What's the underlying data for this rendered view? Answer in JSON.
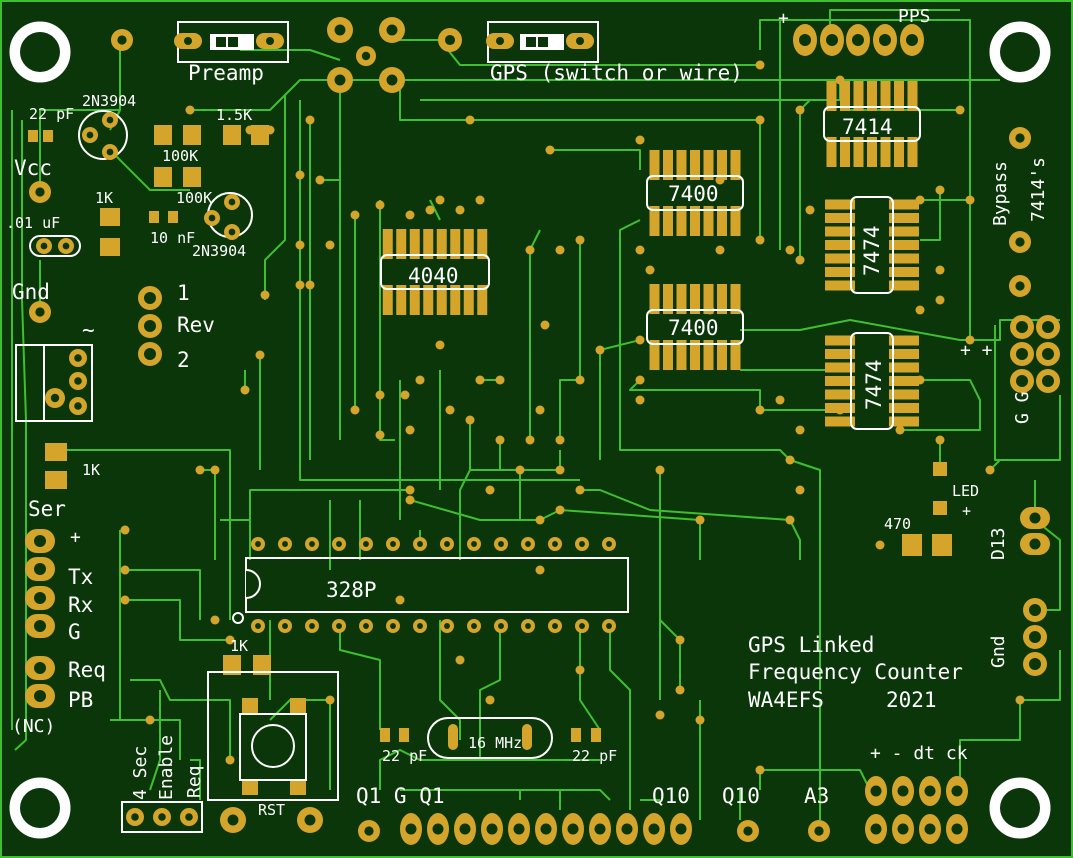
{
  "board": {
    "colors": {
      "substrate": "#0a360a",
      "trace": "#3fbf2f",
      "pad": "#d4a52a",
      "silk": "#ffffff"
    },
    "labels": {
      "preamp": "Preamp",
      "gps_switch": "GPS (switch or wire)",
      "pps": "PPS",
      "plus_top": "+",
      "cap_22pf_top": "22 pF",
      "transistor_1": "2N3904",
      "res_1_5k": "1.5K",
      "res_100k_a": "100K",
      "res_100k_b": "100K",
      "res_1k_a": "1K",
      "cap_10nf": "10 nF",
      "transistor_2": "2N3904",
      "vcc": "Vcc",
      "cap_01uf": ".01 uF",
      "gnd_left": "Gnd",
      "tilde": "~",
      "rev_1": "1",
      "rev": "Rev",
      "rev_2": "2",
      "ic_7414": "7414",
      "ic_7400_a": "7400",
      "ic_7400_b": "7400",
      "ic_4040": "4040",
      "ic_7474_a": "7474",
      "ic_7474_b": "7474",
      "bypass": "Bypass",
      "bypass_part": "7414's",
      "plus_plus": "+ +",
      "g_g": "G G",
      "led": "LED",
      "led_plus": "+",
      "res_470": "470",
      "d13": "D13",
      "gnd_right": "Gnd",
      "res_1k_b": "1K",
      "ser": "Ser",
      "ser_plus": "+",
      "tx": "Tx",
      "rx": "Rx",
      "g": "G",
      "req": "Req",
      "pb": "PB",
      "nc": "(NC)",
      "mcu": "328P",
      "res_1k_c": "1K",
      "rst": "RST",
      "four_sec": "4 Sec",
      "enable": "Enable",
      "req_vertical": "Req",
      "cap_22pf_left": "22 pF",
      "crystal": "16 MHz",
      "cap_22pf_right": "22 pF",
      "title_1": "GPS Linked",
      "title_2": "Frequency Counter",
      "title_3": "WA4EFS",
      "title_year": "2021",
      "q1_g_q1": "Q1 G Q1",
      "q10_a": "Q10",
      "q10_b": "Q10",
      "a3": "A3",
      "dt_ck": "+ - dt ck"
    }
  }
}
